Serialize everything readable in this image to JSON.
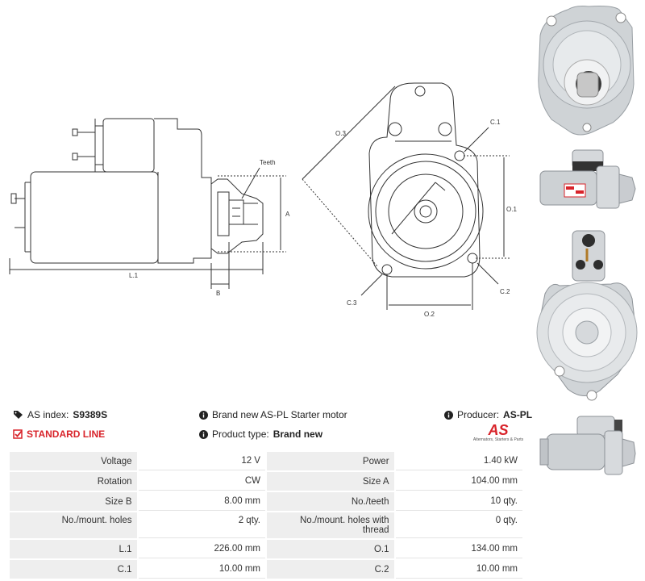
{
  "diagram": {
    "labels": {
      "teeth": "Teeth",
      "a": "A",
      "b": "B",
      "l1": "L.1",
      "o3": "O.3",
      "c1": "C.1",
      "o1": "O.1",
      "c2": "C.2",
      "c3": "C.3",
      "o2": "O.2"
    }
  },
  "info": {
    "as_index_label": "AS index:",
    "as_index_value": "S9389S",
    "standard_line": "STANDARD LINE",
    "description": "Brand new AS-PL Starter motor",
    "product_type_label": "Product type:",
    "product_type_value": "Brand new",
    "producer_label": "Producer:",
    "producer_value": "AS-PL",
    "logo_text": "AS",
    "logo_subtitle": "Alternators, Starters & Parts"
  },
  "specs": [
    {
      "l1": "Voltage",
      "v1": "12 V",
      "l2": "Power",
      "v2": "1.40 kW"
    },
    {
      "l1": "Rotation",
      "v1": "CW",
      "l2": "Size A",
      "v2": "104.00 mm"
    },
    {
      "l1": "Size B",
      "v1": "8.00 mm",
      "l2": "No./teeth",
      "v2": "10 qty."
    },
    {
      "l1": "No./mount. holes",
      "v1": "2 qty.",
      "l2": "No./mount. holes with thread",
      "v2": "0 qty."
    },
    {
      "l1": "L.1",
      "v1": "226.00 mm",
      "l2": "O.1",
      "v2": "134.00 mm"
    },
    {
      "l1": "C.1",
      "v1": "10.00 mm",
      "l2": "C.2",
      "v2": "10.00 mm"
    }
  ],
  "colors": {
    "accent_red": "#d8232a",
    "label_bg": "#eeeeee",
    "metal": "#c9cdd1"
  },
  "icons": [
    "tag-icon",
    "check-square-icon",
    "info-icon",
    "info-icon",
    "info-icon"
  ]
}
